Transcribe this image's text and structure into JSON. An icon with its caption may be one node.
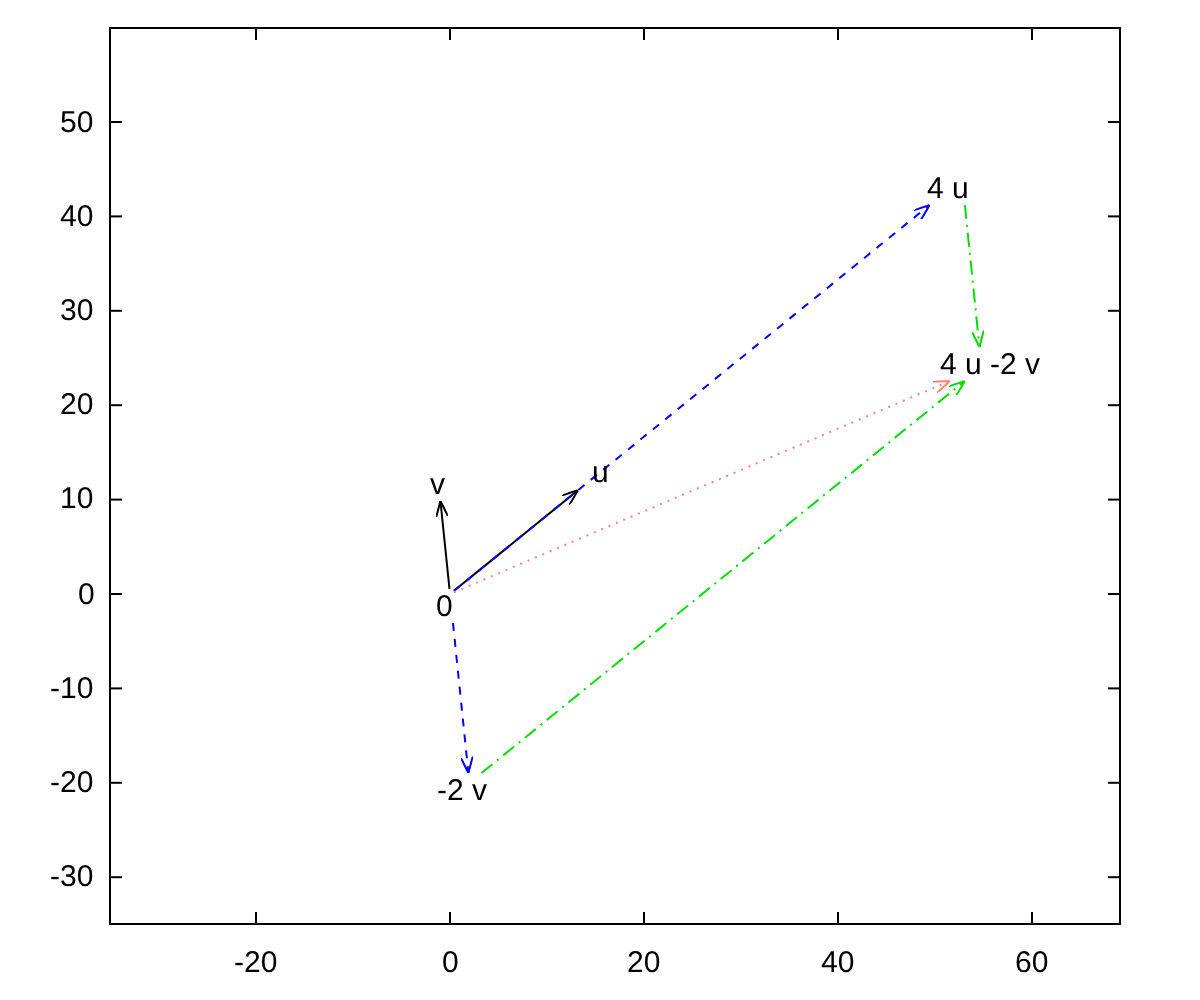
{
  "diagram": {
    "nodes": [
      {
        "text": [
          "0"
        ]
      },
      {
        "text": [
          "v"
        ]
      },
      {
        "text": [
          "u"
        ]
      },
      {
        "text": [
          "4 u"
        ]
      },
      {
        "text": [
          "4 u -2 v"
        ]
      },
      {
        "text": [
          "-2 v"
        ]
      }
    ],
    "edges": [
      {
        "from": 0,
        "to": 2,
        "arrow": "to"
      },
      {
        "from": 0,
        "to": 1,
        "arrow": "to"
      },
      {
        "from": 0,
        "to": 3,
        "arrow": "to",
        "style": "dashed",
        "color": "#0000ff"
      },
      {
        "from": 0,
        "to": 5,
        "arrow": "to",
        "style": "dashed",
        "color": "#0000ff"
      },
      {
        "from": 3,
        "to": 4,
        "arrow": "to",
        "style": "dashed",
        "color": "#00dd00"
      },
      {
        "from": 5,
        "to": 4,
        "arrow": "to",
        "style": "dashed",
        "color": "#00dd00"
      },
      {
        "from": 0,
        "to": 4,
        "arrow": "to",
        "style": "dashed",
        "color": "#ff8080"
      }
    ],
    "labels": [
      "50",
      "40",
      "30",
      "20",
      "10",
      "0",
      "-10",
      "-20",
      "-30",
      "-20",
      "0",
      "20",
      "40",
      "60"
    ]
  }
}
